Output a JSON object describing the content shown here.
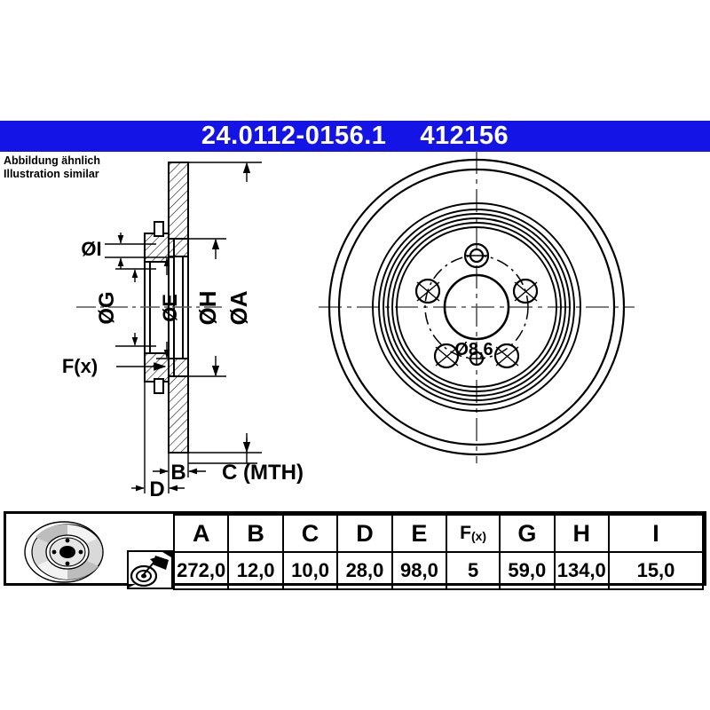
{
  "header": {
    "part_number": "24.0112-0156.1",
    "reference_number": "412156",
    "background_color": "#1414e6",
    "text_color": "#ffffff"
  },
  "note": {
    "line_de": "Abbildung ähnlich",
    "line_en": "Illustration similar"
  },
  "drawing": {
    "section_view": {
      "dimension_labels": [
        {
          "id": "I",
          "text": "ØI"
        },
        {
          "id": "G",
          "text": "ØG"
        },
        {
          "id": "E",
          "text": "ØE"
        },
        {
          "id": "H",
          "text": "ØH"
        },
        {
          "id": "A",
          "text": "ØA"
        },
        {
          "id": "Fx",
          "text": "F(x)"
        },
        {
          "id": "B",
          "text": "B"
        },
        {
          "id": "C",
          "text": "C (MTH)"
        },
        {
          "id": "D",
          "text": "D"
        }
      ]
    },
    "front_view": {
      "hole_diameter_label": "Ø8,6",
      "bolt_hole_count": 5
    }
  },
  "table": {
    "columns": [
      "A",
      "B",
      "C",
      "D",
      "E",
      "F(x)",
      "G",
      "H",
      "I"
    ],
    "values": [
      "272,0",
      "12,0",
      "10,0",
      "28,0",
      "98,0",
      "5",
      "59,0",
      "134,0",
      "15,0"
    ],
    "fx_label_main": "F",
    "fx_label_sub": "(x)",
    "disc_icon": "brake-disc-icon",
    "tool_icon": "measuring-tool-icon"
  }
}
